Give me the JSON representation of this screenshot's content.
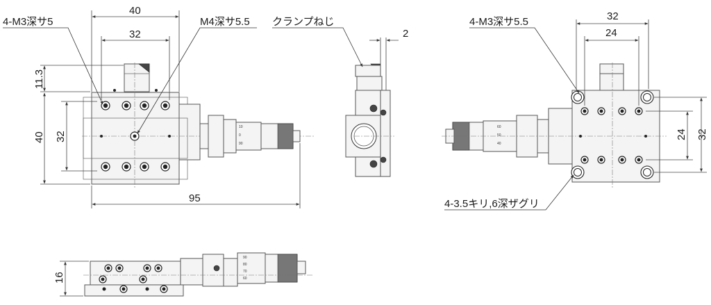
{
  "labels": {
    "top_left_thread": "4-M3深サ5",
    "center_thread": "M4深サ5.5",
    "clamp_screw": "クランプねじ",
    "top_right_thread": "4-M3深サ5.5",
    "counterbore": "4-3.5キリ,6深ザグリ"
  },
  "dimensions": {
    "d40_top": "40",
    "d32_top": "32",
    "d11_3": "11.3",
    "d40_left": "40",
    "d32_left": "32",
    "d95": "95",
    "d2": "2",
    "d32_right_top": "32",
    "d24_right_top": "24",
    "d24_right_side": "24",
    "d32_right_side": "32",
    "d16_bottom": "16"
  },
  "scales": {
    "front_micrometer": [
      "10",
      "0",
      "90"
    ],
    "right_micrometer": [
      "60",
      "50",
      "40"
    ],
    "bottom_micrometer": [
      "90",
      "80",
      "70",
      "60"
    ]
  }
}
